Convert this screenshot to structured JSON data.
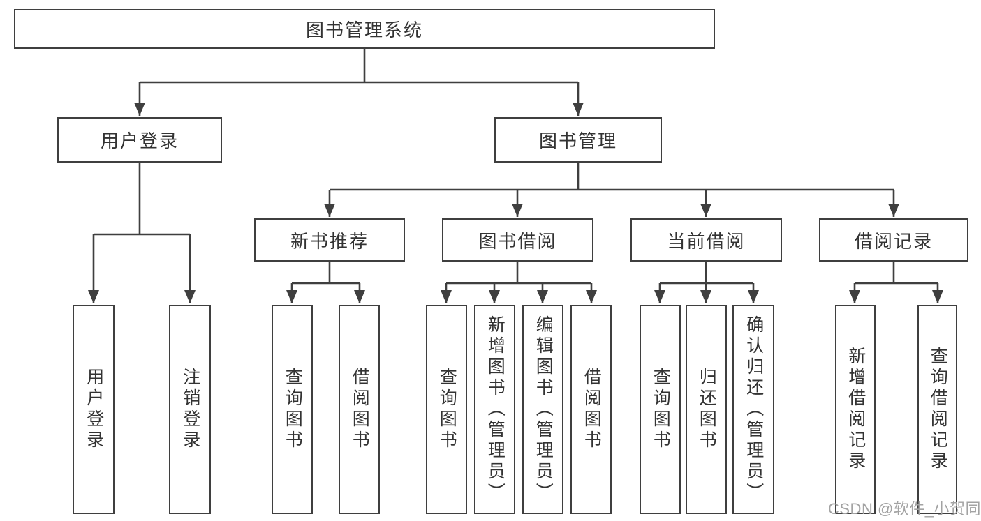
{
  "tree": {
    "label": "图书管理系统",
    "children": [
      {
        "label": "用户登录",
        "children": [
          {
            "label": "用户登录"
          },
          {
            "label": "注销登录"
          }
        ]
      },
      {
        "label": "图书管理",
        "children": [
          {
            "label": "新书推荐",
            "children": [
              {
                "label": "查询图书"
              },
              {
                "label": "借阅图书"
              }
            ]
          },
          {
            "label": "图书借阅",
            "children": [
              {
                "label": "查询图书"
              },
              {
                "label": "新增图书（管理员）"
              },
              {
                "label": "编辑图书（管理员）"
              },
              {
                "label": "借阅图书"
              }
            ]
          },
          {
            "label": "当前借阅",
            "children": [
              {
                "label": "查询图书"
              },
              {
                "label": "归还图书"
              },
              {
                "label": "确认归还（管理员）"
              }
            ]
          },
          {
            "label": "借阅记录",
            "children": [
              {
                "label": "新增借阅记录"
              },
              {
                "label": "查询借阅记录"
              }
            ]
          }
        ]
      }
    ]
  },
  "watermark": "CSDN @软件_小贺同学",
  "colors": {
    "line": "#3f3f3f",
    "text": "#333333",
    "box_background": "#ffffff",
    "watermark": "#a3a3a3",
    "background": "#ffffff"
  }
}
